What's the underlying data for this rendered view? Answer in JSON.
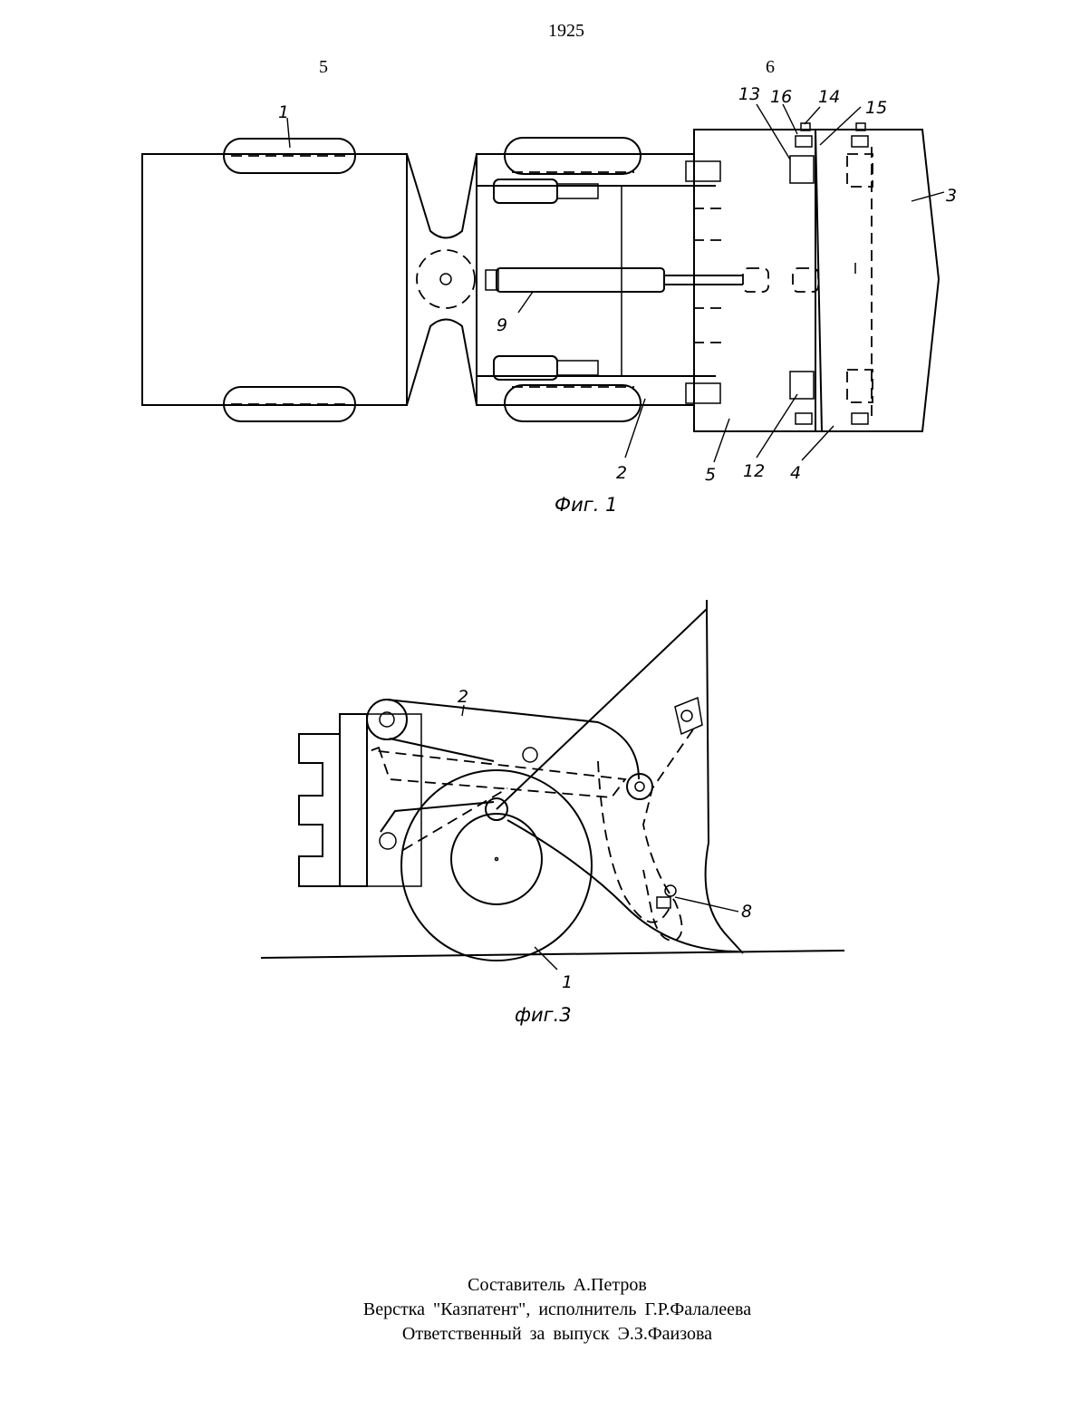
{
  "header": {
    "page_number": "1925",
    "col_left": "5",
    "col_right": "6"
  },
  "figure1": {
    "caption": "Фиг. 1",
    "labels": {
      "l1": "1",
      "l2": "2",
      "l3": "3",
      "l4": "4",
      "l5": "5",
      "l9": "9",
      "l12": "12",
      "l13": "13",
      "l14": "14",
      "l15": "15",
      "l16": "16"
    }
  },
  "figure3": {
    "caption": "фиг.3",
    "labels": {
      "l1": "1",
      "l2": "2",
      "l8": "8"
    }
  },
  "footer": {
    "line1": "Составитель    А.Петров",
    "line2": "Верстка \"Казпатент\", исполнитель Г.Р.Фалалеева",
    "line3": "Ответственный за выпуск   Э.З.Фаизова"
  }
}
